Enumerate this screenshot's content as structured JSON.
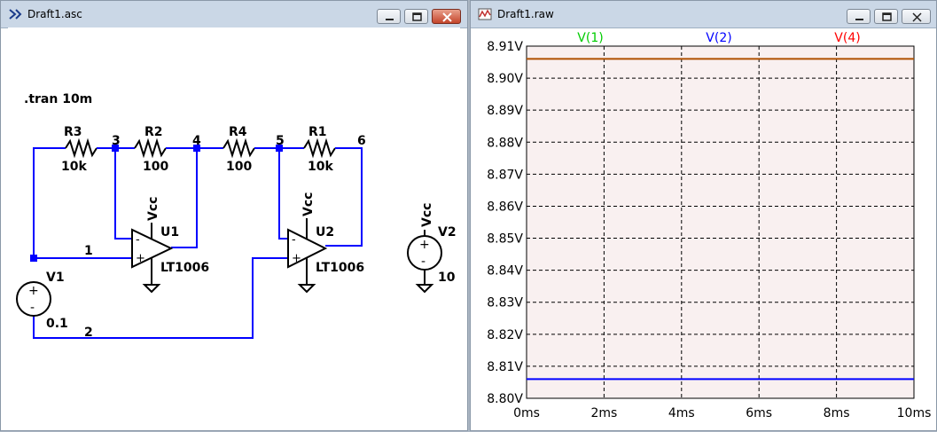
{
  "schematic_window": {
    "title": "Draft1.asc",
    "directive": ".tran 10m",
    "components": {
      "r3": {
        "name": "R3",
        "value": "10k"
      },
      "r2": {
        "name": "R2",
        "value": "100"
      },
      "r4": {
        "name": "R4",
        "value": "100"
      },
      "r1": {
        "name": "R1",
        "value": "10k"
      },
      "u1": {
        "name": "U1",
        "model": "LT1006",
        "supply": "Vcc"
      },
      "u2": {
        "name": "U2",
        "model": "LT1006",
        "supply": "Vcc"
      },
      "v1": {
        "name": "V1",
        "value": "0.1"
      },
      "v2": {
        "name": "V2",
        "value": "10",
        "net": "Vcc"
      }
    },
    "nodes": {
      "n1": "1",
      "n2": "2",
      "n3": "3",
      "n4": "4",
      "n5": "5",
      "n6": "6"
    },
    "opamp_signs": {
      "minus": "-",
      "plus": "+"
    }
  },
  "plot_window": {
    "title": "Draft1.raw",
    "legend": [
      {
        "label": "V(1)",
        "color": "#00cc00"
      },
      {
        "label": "V(2)",
        "color": "#0000ff"
      },
      {
        "label": "V(4)",
        "color": "#ff0000"
      }
    ]
  },
  "chart_data": {
    "type": "line",
    "xlabel": "",
    "ylabel": "",
    "xlim": [
      0,
      10
    ],
    "ylim": [
      8.8,
      8.91
    ],
    "x_ticks": [
      "0ms",
      "2ms",
      "4ms",
      "6ms",
      "8ms",
      "10ms"
    ],
    "y_ticks": [
      "8.80V",
      "8.81V",
      "8.82V",
      "8.83V",
      "8.84V",
      "8.85V",
      "8.86V",
      "8.87V",
      "8.88V",
      "8.89V",
      "8.90V",
      "8.91V"
    ],
    "grid": true,
    "series": [
      {
        "name": "V(2)",
        "color": "#0000ff",
        "x": [
          0,
          10
        ],
        "y": [
          8.806,
          8.806
        ]
      },
      {
        "name": "V(4)",
        "color": "#b05000",
        "x": [
          0,
          10
        ],
        "y": [
          8.906,
          8.906
        ]
      }
    ]
  }
}
